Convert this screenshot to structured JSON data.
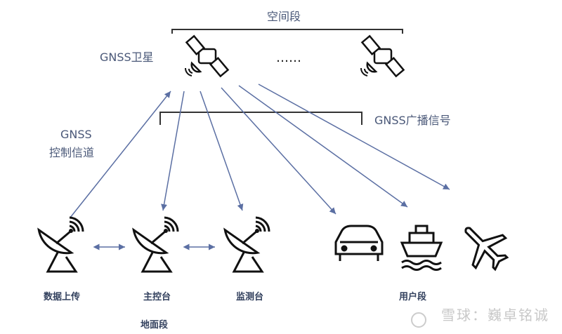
{
  "space_segment": {
    "label": "空间段",
    "satellite_label": "GNSS卫星",
    "ellipsis": "……"
  },
  "signals": {
    "broadcast_label": "GNSS广播信号",
    "control_label_1": "GNSS",
    "control_label_2": "控制信道"
  },
  "ground_segment": {
    "label": "地面段",
    "stations": [
      "数据上传",
      "主控台",
      "监测台"
    ]
  },
  "user_segment": {
    "label": "用户段",
    "icons": [
      "car-icon",
      "ship-icon",
      "airplane-icon"
    ]
  },
  "watermark": "雪球：巍卓铭诚",
  "colors": {
    "line": "#4a5878",
    "arrow": "#5b6fa3"
  }
}
